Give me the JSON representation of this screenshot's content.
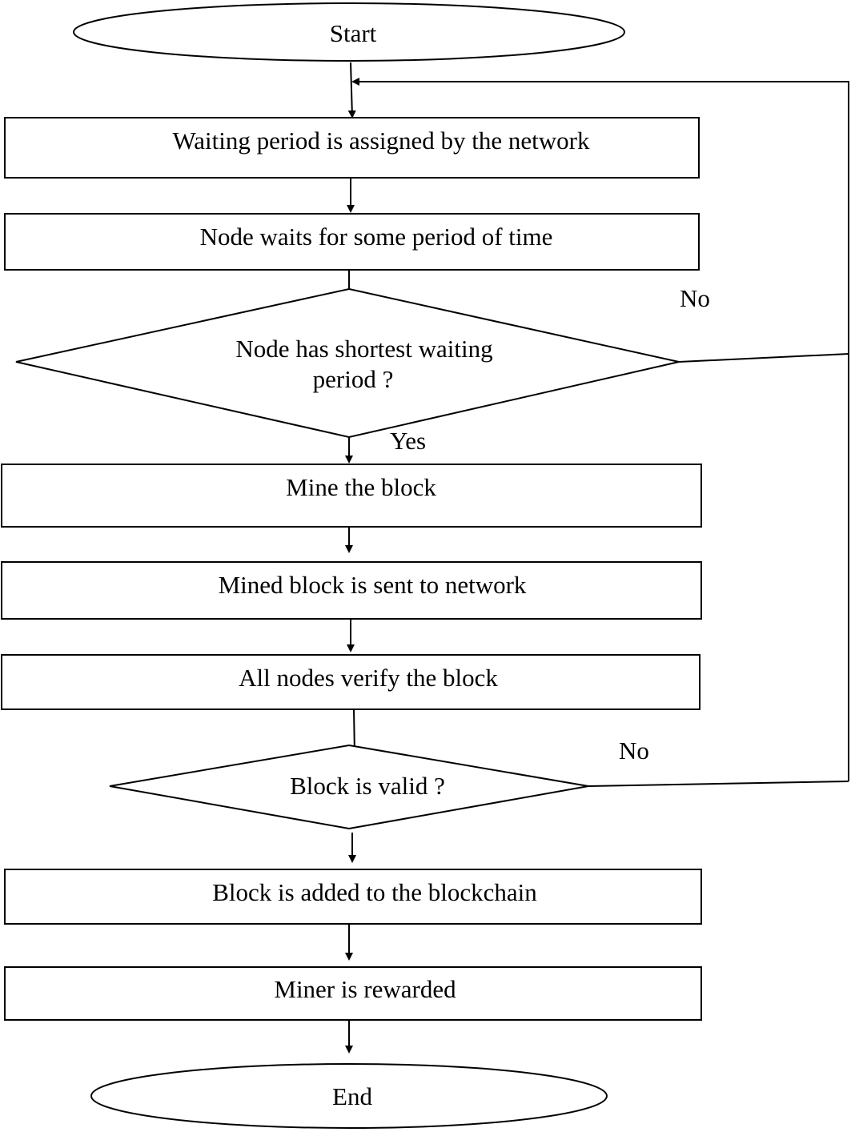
{
  "nodes": {
    "start": "Start",
    "assign_wait": "Waiting period is assigned by the network",
    "node_waits": "Node waits for some period of time",
    "shortest_wait_q_line1": "Node has shortest waiting",
    "shortest_wait_q_line2": "period ?",
    "mine_block": "Mine the block",
    "send_block": "Mined block is sent to network",
    "verify_block": "All nodes verify the block",
    "valid_q": "Block is valid ?",
    "add_block": "Block is added to the blockchain",
    "reward": "Miner is rewarded",
    "end": "End"
  },
  "edge_labels": {
    "shortest_wait_no": "No",
    "shortest_wait_yes": "Yes",
    "valid_no": "No"
  },
  "colors": {
    "stroke": "#000000",
    "fill": "#ffffff",
    "text": "#000000"
  }
}
